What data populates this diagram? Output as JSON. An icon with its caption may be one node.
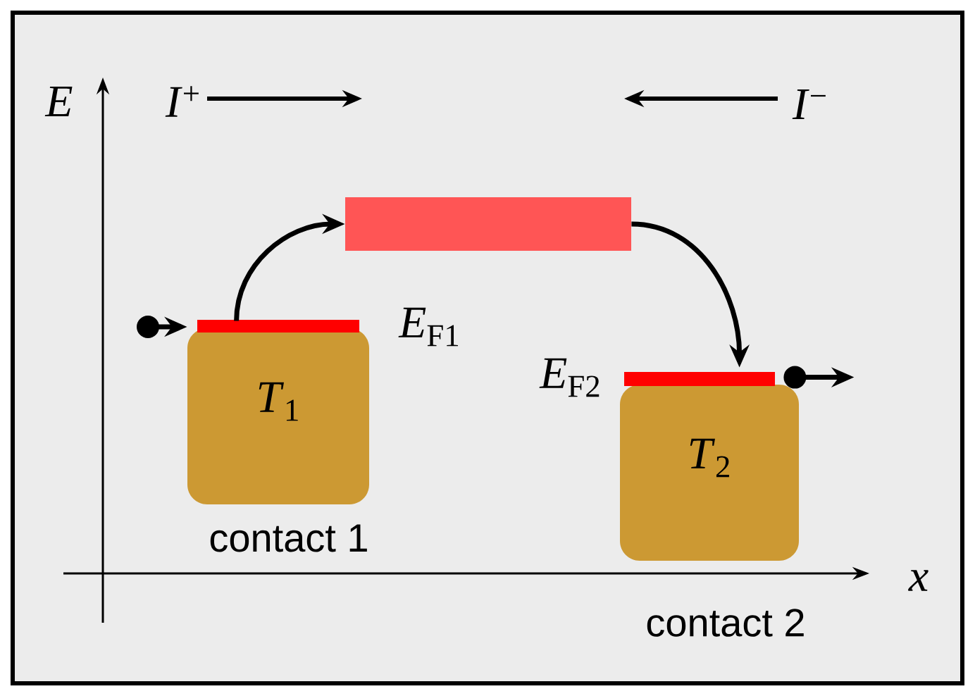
{
  "diagram": {
    "nodes": [
      {
        "text": [
          "*T*$_{1}$"
        ],
        "beside": [
          "*E*$_{F1}$",
          "contact 1"
        ]
      },
      {
        "text": [],
        "shape": "bar"
      },
      {
        "text": [
          "*T*$_{2}$"
        ],
        "beside": [
          "*E*$_{F2}$",
          "contact 2"
        ]
      }
    ],
    "edges": [
      {
        "from": null,
        "to": 0,
        "arrow": "to"
      },
      {
        "from": 0,
        "to": 1,
        "arrow": "to"
      },
      {
        "from": 1,
        "to": 2,
        "arrow": "to"
      },
      {
        "from": 2,
        "to": null,
        "arrow": "to"
      }
    ],
    "labels": [
      "E",
      "*I*$^{+}$",
      "*I*$^{−}$",
      "x"
    ]
  }
}
